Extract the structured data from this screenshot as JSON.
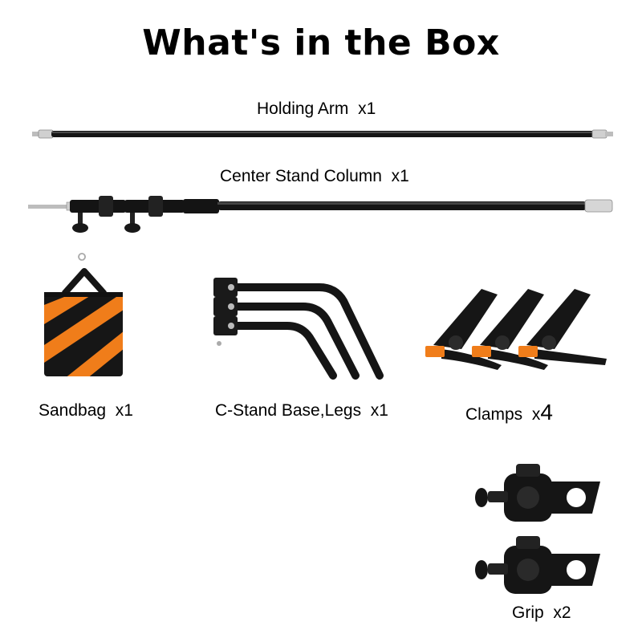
{
  "title": "What's in the Box",
  "items": [
    {
      "label": "Holding Arm",
      "qty": "x1",
      "icon": "holding-arm"
    },
    {
      "label": "Center Stand Column",
      "qty": "x1",
      "icon": "center-stand-column"
    },
    {
      "label": "Sandbag",
      "qty": "x1",
      "icon": "sandbag"
    },
    {
      "label": "C-Stand Base,Legs",
      "qty": "x1",
      "icon": "c-stand-base-legs"
    },
    {
      "label": "Clamps",
      "qty": "x",
      "qty_number": "4",
      "icon": "spring-clamps"
    },
    {
      "label": "Grip",
      "qty": "x2",
      "icon": "grip-heads"
    }
  ],
  "colors": {
    "orange": "#f07d1a",
    "black": "#111111",
    "silver": "#c8c8c8"
  }
}
